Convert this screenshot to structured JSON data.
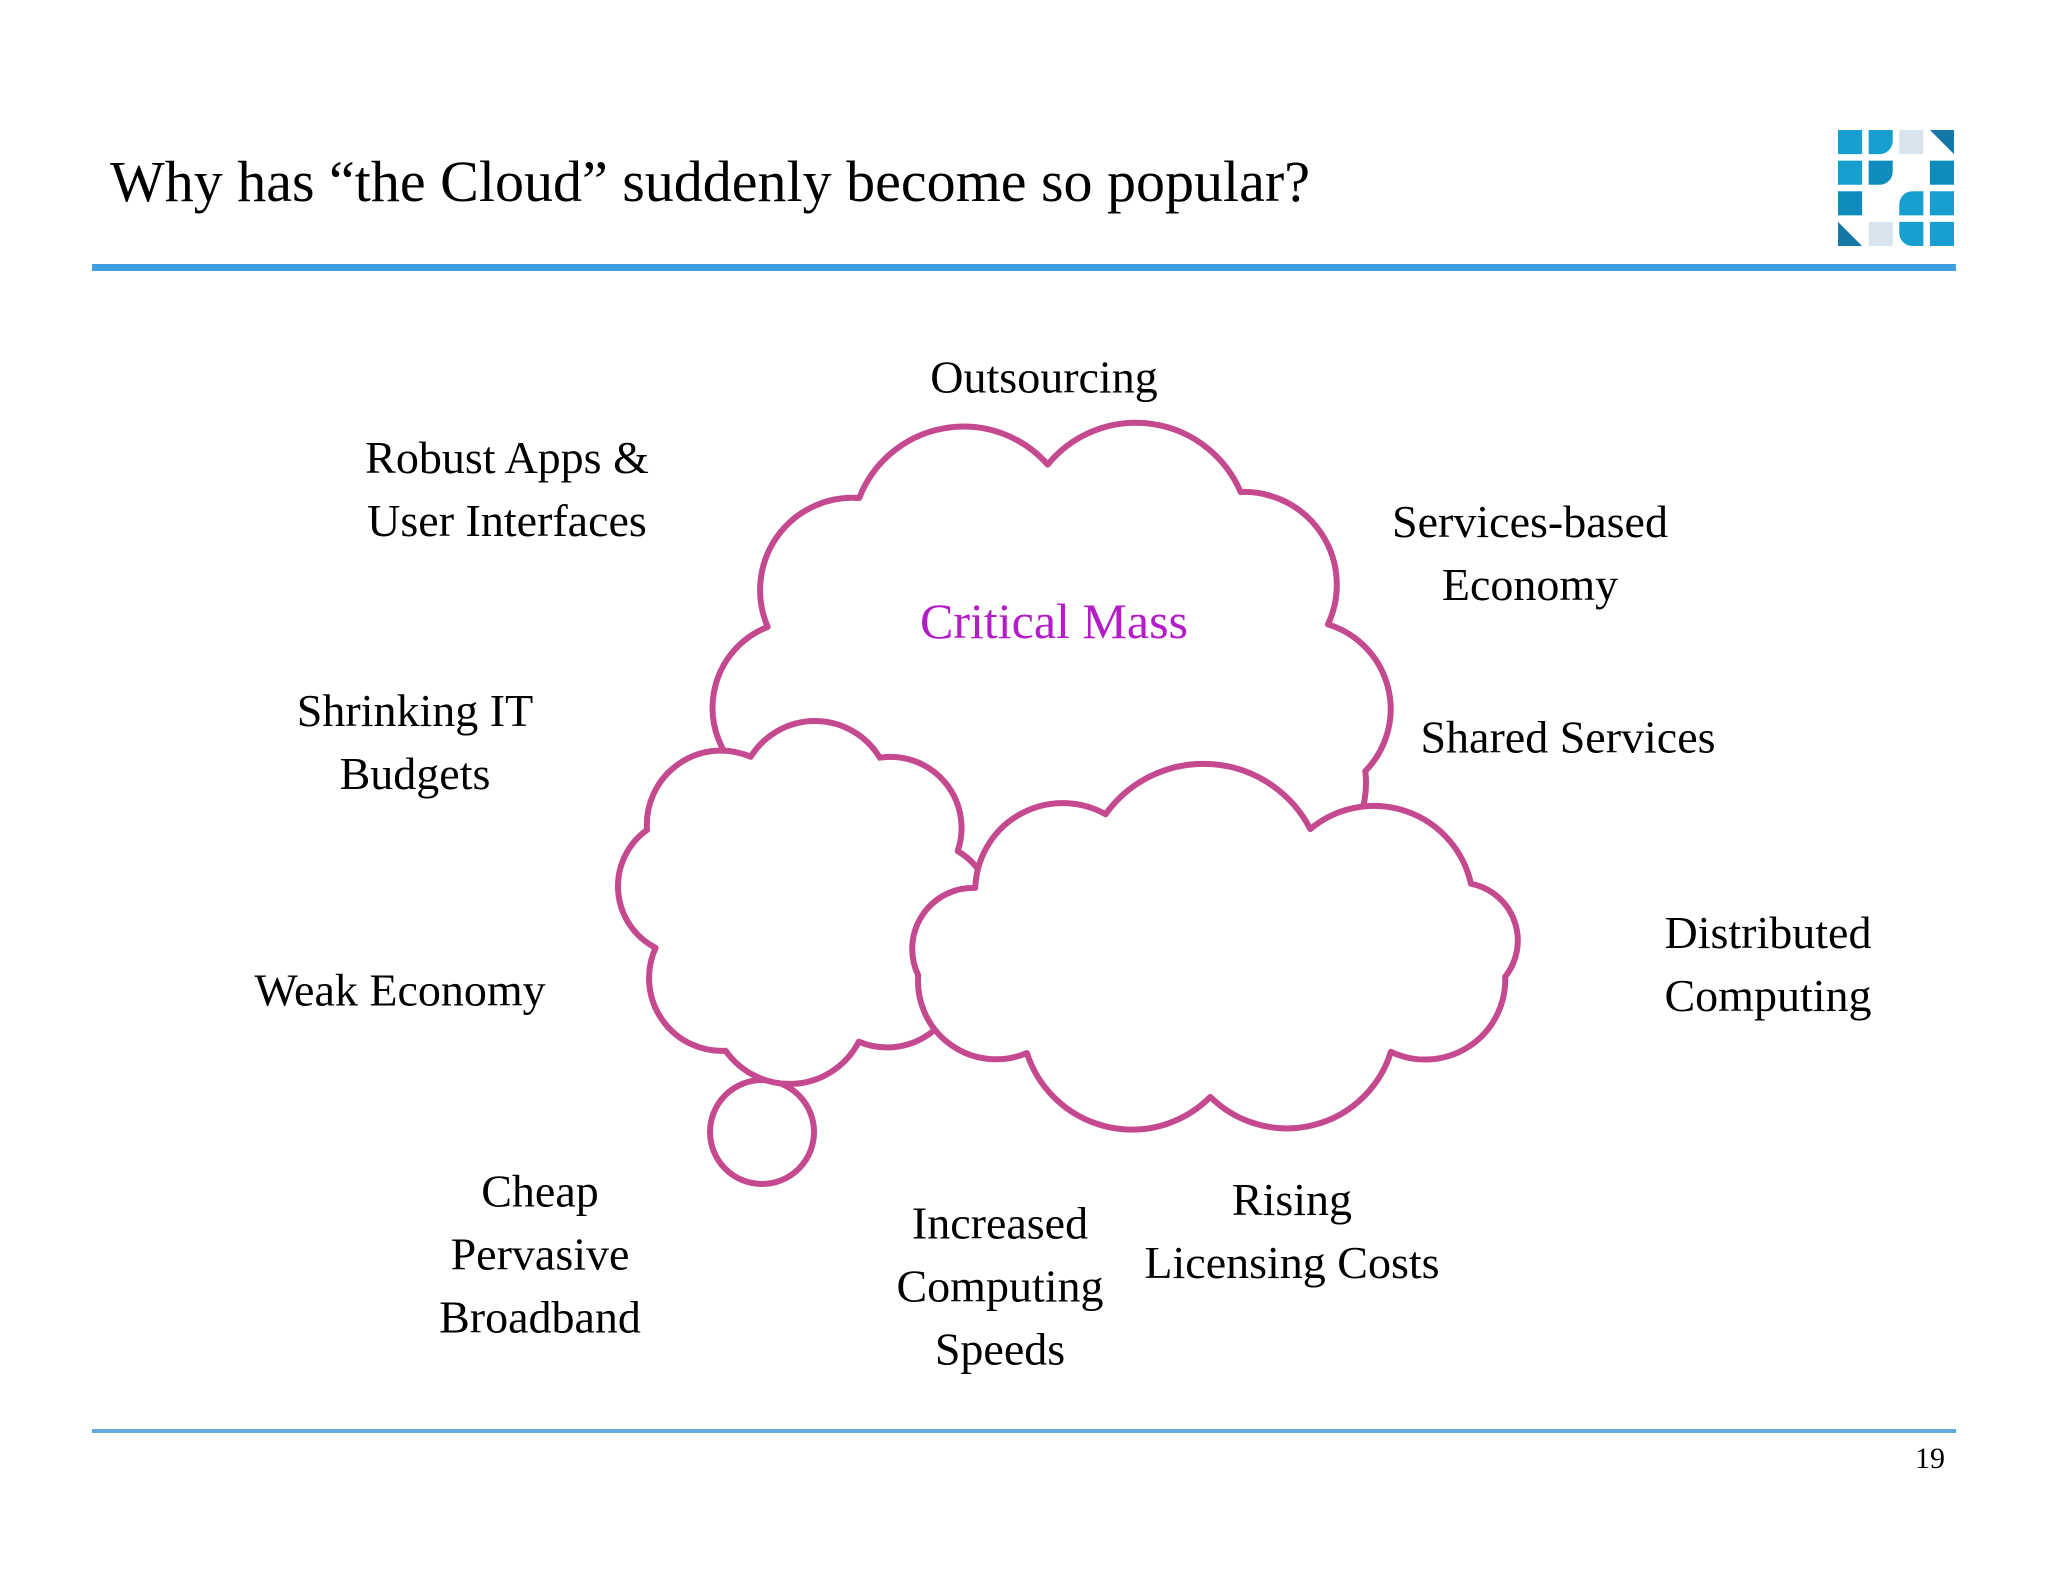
{
  "slide": {
    "title": "Why has “the Cloud” suddenly become so popular?",
    "page_number": "19"
  },
  "cloud": {
    "center_label": "Critical Mass"
  },
  "factors": [
    {
      "id": "outsourcing",
      "text": "Outsourcing"
    },
    {
      "id": "robust-apps",
      "text": "Robust Apps &\nUser Interfaces"
    },
    {
      "id": "services-based-economy",
      "text": "Services-based\nEconomy"
    },
    {
      "id": "shrinking-it-budgets",
      "text": "Shrinking IT\nBudgets"
    },
    {
      "id": "shared-services",
      "text": "Shared Services"
    },
    {
      "id": "weak-economy",
      "text": "Weak Economy"
    },
    {
      "id": "distributed-computing",
      "text": "Distributed\nComputing"
    },
    {
      "id": "cheap-pervasive-broadband",
      "text": "Cheap\nPervasive\nBroadband"
    },
    {
      "id": "increased-computing-speeds",
      "text": "Increased\nComputing\nSpeeds"
    },
    {
      "id": "rising-licensing-costs",
      "text": "Rising\nLicensing Costs"
    }
  ],
  "colors": {
    "cloud_outline": "#c4498f",
    "critical_mass": "#b41cc8",
    "rule_top": "#3f9fe0",
    "rule_bottom": "#64ace0",
    "logo_blue": "#17a0cf",
    "logo_dark_blue": "#1377a8",
    "logo_light_blue": "#d9e5ee"
  }
}
